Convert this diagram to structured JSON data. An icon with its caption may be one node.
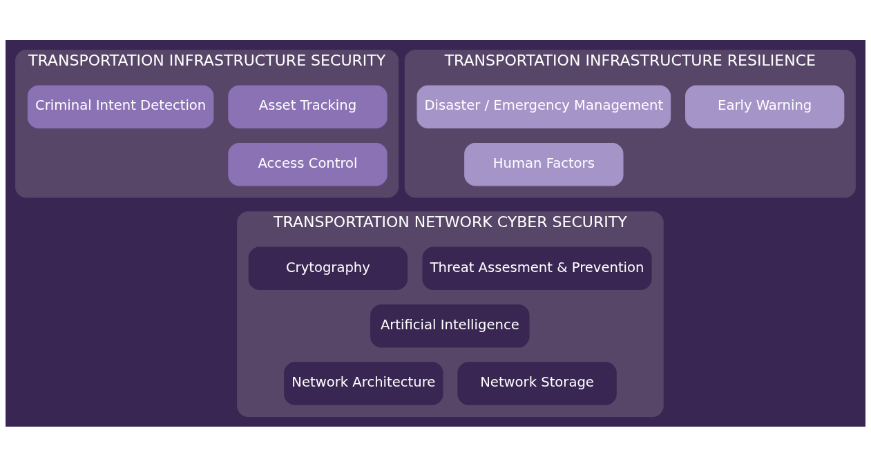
{
  "diagram": {
    "nodes": [
      {
        "text": [
          "TRANSPORTATION INFRASTRUCTURE SECURITY"
        ]
      },
      {
        "text": [
          "Asset Tracking"
        ],
        "in": 0
      },
      {
        "text": [
          "Criminal Intent Detection"
        ],
        "in": 0
      },
      {
        "text": [
          "Access Control"
        ],
        "in": 0
      },
      {
        "text": [
          "TRANSPORTATION INFRASTRUCTURE RESILIENCE"
        ]
      },
      {
        "text": [
          "Early Warning"
        ],
        "in": 4
      },
      {
        "text": [
          "Disaster / Emergency Management"
        ],
        "in": 4
      },
      {
        "text": [
          "Human Factors"
        ],
        "in": 4
      },
      {
        "text": [
          "TRANSPORTATION NETWORK CYBER SECURITY"
        ]
      },
      {
        "text": [
          "Crytography"
        ],
        "in": 8
      },
      {
        "text": [
          "Threat Assesment & Prevention"
        ],
        "in": 8
      },
      {
        "text": [
          "Artificial Intelligence"
        ],
        "in": 8
      },
      {
        "text": [
          "Network Architecture"
        ],
        "in": 8
      },
      {
        "text": [
          "Network Storage"
        ],
        "in": 8
      }
    ]
  }
}
